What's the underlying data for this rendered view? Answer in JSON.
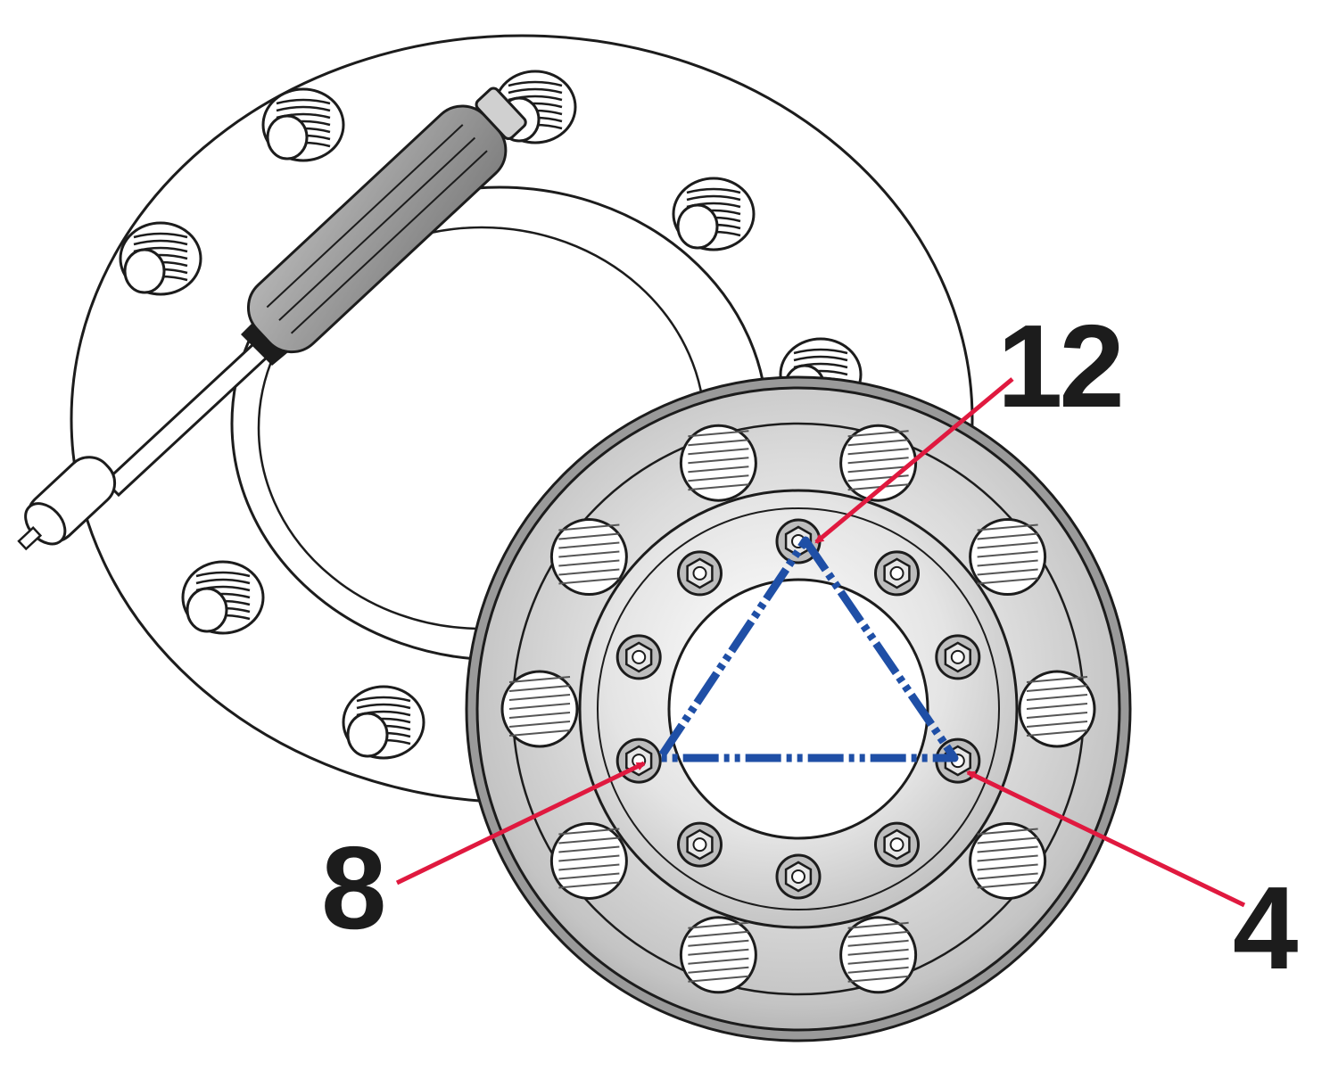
{
  "callouts": {
    "top": "12",
    "left": "8",
    "right": "4"
  },
  "colors": {
    "pattern_line": "#1f4fa6",
    "arrow": "#e0193f",
    "outline": "#1c1c1c",
    "metal_light": "#eeeeee",
    "metal_mid": "#c8c8c8",
    "metal_dark": "#8e8e8e",
    "tool_handle": "#9a9a9a"
  }
}
